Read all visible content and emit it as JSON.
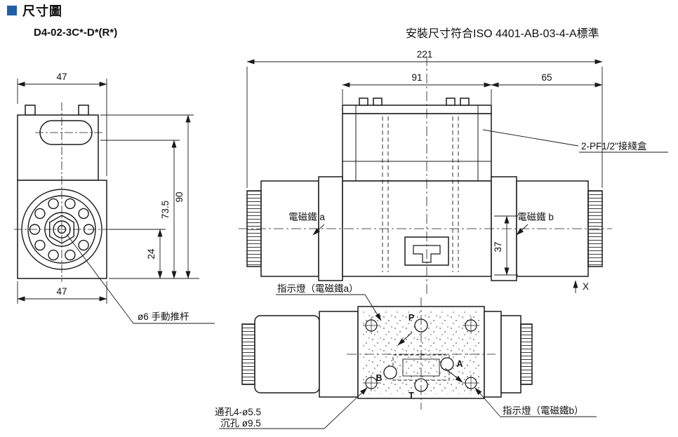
{
  "page": {
    "section_title": "尺寸圖",
    "model": "D4-02-3C*-D*(R*)",
    "standard_note": "安裝尺寸符合ISO 4401-AB-03-4-A標準"
  },
  "front_view": {
    "dim_width_top": "47",
    "dim_width_bottom": "47",
    "dim_height_90": "90",
    "dim_73_5": "73.5",
    "dim_24": "24",
    "push_rod_label": "ø6 手動推杆"
  },
  "side_view": {
    "dim_221": "221",
    "dim_91": "91",
    "dim_65": "65",
    "dim_37": "37",
    "junction_box_label": "2-PF1/2\"接綫盒",
    "solenoid_a_label": "電磁鐵 a",
    "solenoid_b_label": "電磁鐵 b",
    "detail_marker": "X"
  },
  "top_view": {
    "indicator_a_label": "指示燈（電磁鐵a）",
    "indicator_b_label": "指示燈（電磁鐵b）",
    "through_hole_label": "通孔4-ø5.5",
    "counterbore_label": "沉孔 ø9.5",
    "port_p": "P",
    "port_a": "A",
    "port_b": "B",
    "port_t": "T"
  },
  "colors": {
    "line": "#1a1a1a",
    "accent_blue": "#1e5fa8",
    "background": "#ffffff"
  }
}
